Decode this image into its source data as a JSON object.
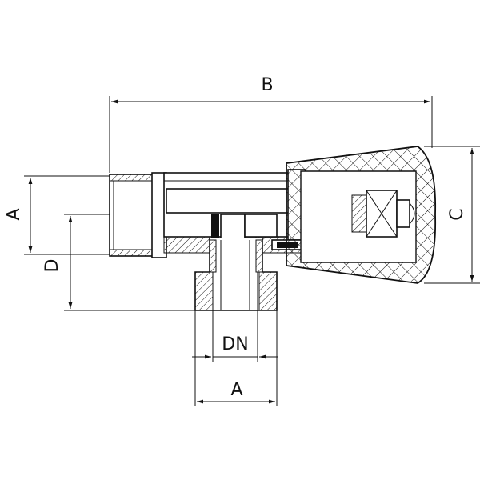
{
  "dimensions": {
    "top_length": "B",
    "left_height": "A",
    "outlet_offset": "D",
    "handle_height": "C",
    "nominal_diameter": "DN",
    "bottom_width": "A"
  },
  "colors": {
    "line": "#111111",
    "background": "#ffffff"
  }
}
